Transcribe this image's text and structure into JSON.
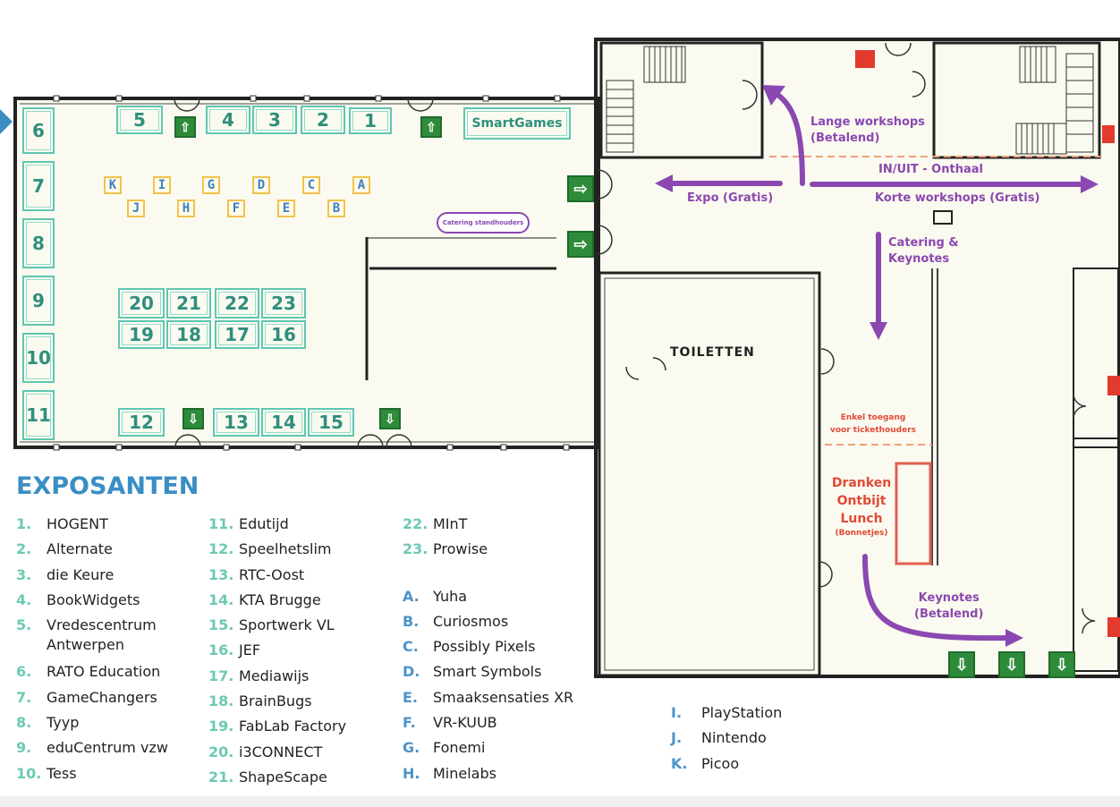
{
  "booths_numbered": [
    {
      "id": "1"
    },
    {
      "id": "2"
    },
    {
      "id": "3"
    },
    {
      "id": "4"
    },
    {
      "id": "5"
    },
    {
      "id": "6"
    },
    {
      "id": "7"
    },
    {
      "id": "8"
    },
    {
      "id": "9"
    },
    {
      "id": "10"
    },
    {
      "id": "11"
    },
    {
      "id": "12"
    },
    {
      "id": "13"
    },
    {
      "id": "14"
    },
    {
      "id": "15"
    },
    {
      "id": "16"
    },
    {
      "id": "17"
    },
    {
      "id": "18"
    },
    {
      "id": "19"
    },
    {
      "id": "20"
    },
    {
      "id": "21"
    },
    {
      "id": "22"
    },
    {
      "id": "23"
    }
  ],
  "smartgames_label": "SmartGames",
  "booths_lettered": [
    "K",
    "I",
    "G",
    "D",
    "C",
    "A",
    "J",
    "H",
    "F",
    "E",
    "B"
  ],
  "catering_standhouders": "Catering standhouders",
  "toilet_label": "TOILETTEN",
  "directions": {
    "lange_workshops": "Lange workshops",
    "lange_workshops_sub": "(Betalend)",
    "expo": "Expo (Gratis)",
    "in_uit": "IN/UIT - Onthaal",
    "korte_workshops": "Korte workshops (Gratis)",
    "catering_line1": "Catering &",
    "catering_line2": "Keynotes",
    "keynotes": "Keynotes",
    "keynotes_sub": "(Betalend)"
  },
  "ticket_notice_line1": "Enkel toegang",
  "ticket_notice_line2": "voor tickethouders",
  "drinks": {
    "line1": "Dranken",
    "line2": "Ontbijt",
    "line3": "Lunch",
    "line4": "(Bonnetjes)"
  },
  "legend": {
    "title": "EXPOSANTEN",
    "col1": [
      {
        "num": "1.",
        "name": "HOGENT"
      },
      {
        "num": "2.",
        "name": "Alternate"
      },
      {
        "num": "3.",
        "name": "die Keure"
      },
      {
        "num": "4.",
        "name": "BookWidgets"
      },
      {
        "num": "5.",
        "name": "Vredescentrum",
        "cont": "Antwerpen"
      },
      {
        "num": "6.",
        "name": "RATO Education"
      },
      {
        "num": "7.",
        "name": "GameChangers"
      },
      {
        "num": "8.",
        "name": "Tyyp"
      },
      {
        "num": "9.",
        "name": "eduCentrum vzw"
      },
      {
        "num": "10.",
        "name": "Tess"
      }
    ],
    "col2": [
      {
        "num": "11.",
        "name": "Edutijd"
      },
      {
        "num": "12.",
        "name": "Speelhetslim"
      },
      {
        "num": "13.",
        "name": "RTC-Oost"
      },
      {
        "num": "14.",
        "name": "KTA Brugge"
      },
      {
        "num": "15.",
        "name": "Sportwerk VL"
      },
      {
        "num": "16.",
        "name": "JEF"
      },
      {
        "num": "17.",
        "name": "Mediawijs"
      },
      {
        "num": "18.",
        "name": "BrainBugs"
      },
      {
        "num": "19.",
        "name": "FabLab Factory"
      },
      {
        "num": "20.",
        "name": "i3CONNECT"
      },
      {
        "num": "21.",
        "name": "ShapeScape"
      }
    ],
    "col3a": [
      {
        "num": "22.",
        "name": "MInT"
      },
      {
        "num": "23.",
        "name": "Prowise"
      }
    ],
    "col3b": [
      {
        "num": "A.",
        "name": "Yuha"
      },
      {
        "num": "B.",
        "name": "Curiosmos"
      },
      {
        "num": "C.",
        "name": "Possibly Pixels"
      },
      {
        "num": "D.",
        "name": "Smart Symbols"
      },
      {
        "num": "E.",
        "name": "Smaaksensaties XR"
      },
      {
        "num": "F.",
        "name": "VR-KUUB"
      },
      {
        "num": "G.",
        "name": "Fonemi"
      },
      {
        "num": "H.",
        "name": "Minelabs"
      }
    ],
    "col4": [
      {
        "num": "I.",
        "name": "PlayStation"
      },
      {
        "num": "J.",
        "name": "Nintendo"
      },
      {
        "num": "K.",
        "name": "Picoo"
      }
    ]
  },
  "colors": {
    "booth_border": "#5ec7b2",
    "booth_text": "#2f8f7d",
    "letter_border": "#f1c24b",
    "letter_text": "#3d7fc4",
    "arrow_purple": "#8a48b0",
    "red": "#e04a35",
    "exit_green": "#2e8b3a",
    "legend_title": "#3b8ec4"
  }
}
